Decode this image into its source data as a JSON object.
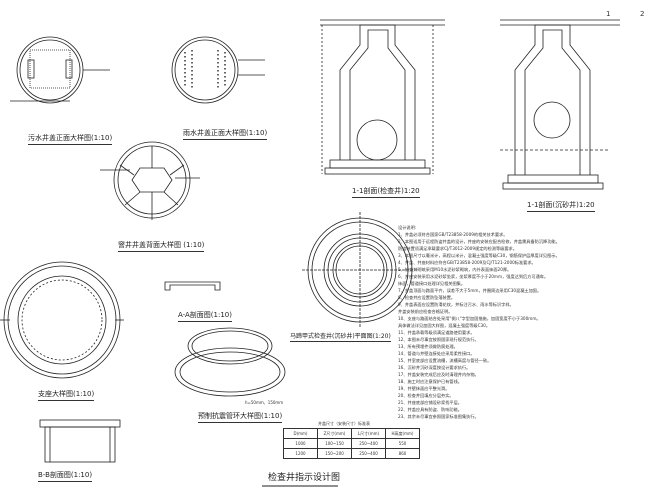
{
  "page_numbers": [
    "1",
    "2"
  ],
  "titles": {
    "sewage_cover": "污水井盖正面大样图(1:10)",
    "rain_cover": "雨水井盖正面大样图(1:10)",
    "cover_back": "窨井井盖背面大样图 (1:10)",
    "bearing": "支座大样图(1:10)",
    "section_aa": "A-A剖面图(1:10)",
    "section_bb": "B-B剖面图(1:10)",
    "ring": "预制抗震管环大样图(1:10)",
    "plan": "马蹄甲式检查井(沉砂井)平面图(1:20)",
    "section_1": "1-1剖面(检查井)1:20",
    "section_2": "1-1剖面(沉砂井)1:20",
    "main": "检查井指示设计图"
  },
  "ring_note": "h=50mm、150mm",
  "notes": {
    "heading": "设计说明:",
    "lines": [
      "1、井盖必须符合国家GB/T23858-2009的相关技术要求。",
      "2、本图适用于远程防盗井盖的设计，井座的安装应配合检修，井盖需具备防沉降功能。",
      "   防盗装置须满足承载要求CJ/T3012-2009规定的检测等级要求。",
      "3、本图尺寸以毫米计，高程以米计，混凝土强度等级C30，钢筋保护层厚度详见图示。",
      "4、井盖、井座材料应符合GB/T23858-2009及CJ/T121-2000标准要求。",
      "5、检查井砌筑采用M10水泥砂浆砌筑，内外表面抹面20厚。",
      "6、井座安装采用水泥砂浆坐浆，坐浆厚度不小于20mm，强度达到后方可通车。",
      "   抹面，管道接口处理详见相关图集。",
      "7、井盖顶面与路面平齐，误差不大于5mm，井圈周边采用C30混凝土加固。",
      "8、检查井应设置防坠落装置。",
      "9、井盖表面应设置防滑花纹，并标注污水、雨水等标识字样。",
      "   井盖安装前应检查合格证明。",
      "10、支座与路面结合处采用\"倒八\"字型加固措施，加固宽度不小于300mm。",
      "   具体做法详见加固大样图，混凝土强度等级C30。",
      "11、井盖承载等级须满足道路使用要求。",
      "12、本图未尽事宜按照国家现行规范执行。",
      "13、所有预埋件须做防腐处理。",
      "14、管道与井壁连接处应采用柔性接口。",
      "15、井室底部应设置流槽，流槽高度与管径一致。",
      "16、沉砂井沉砂深度按设计要求执行。",
      "17、井盖安装完成后应及时清理井内杂物。",
      "18、施工时应注意保护已有管线。",
      "19、井壁抹面应平整光滑。",
      "20、检查井回填应分层夯实。",
      "21、井座底部应铺设砂浆找平层。",
      "22、井盖应具有防盗、防响功能。",
      "23、其余未尽事宜参照国家标准图集执行。"
    ]
  },
  "table": {
    "caption": "井盖尺寸（安装尺寸）标准表",
    "headers": [
      "D(mm)",
      "Z尺寸(mm)",
      "L尺寸(mm)",
      "H高度(mm)"
    ],
    "rows": [
      [
        "1000",
        "100~150",
        "250~400",
        "550"
      ],
      [
        "1200",
        "150~200",
        "250~400",
        "860"
      ]
    ]
  },
  "colors": {
    "line": "#222222",
    "background": "#ffffff"
  }
}
